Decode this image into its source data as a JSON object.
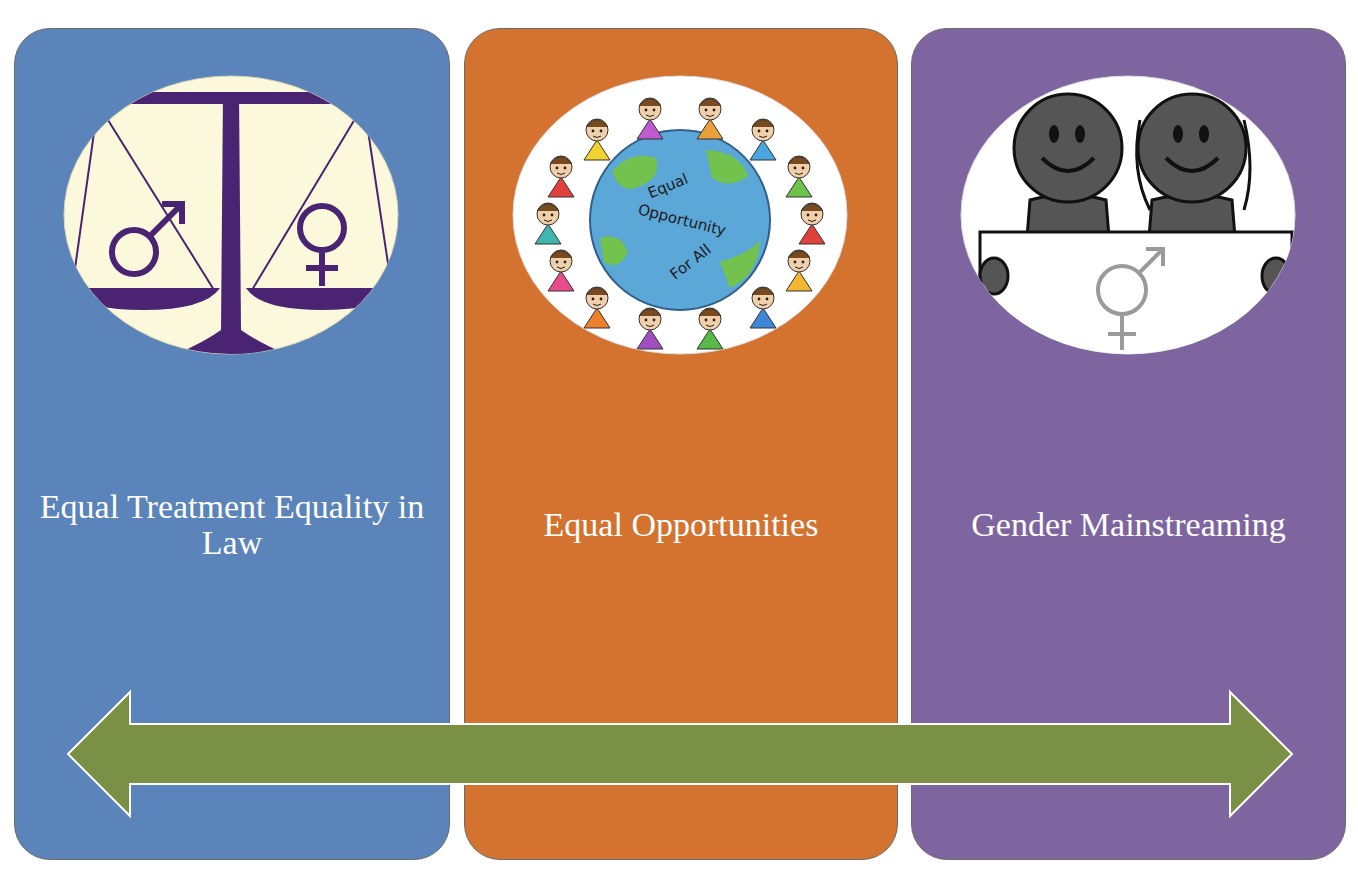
{
  "diagram": {
    "nodes": [
      {
        "text": [
          "Equal Treatment Equality in Law"
        ]
      },
      {
        "text": [
          "Equal Opportunities"
        ]
      },
      {
        "text": [
          "Gender Mainstreaming"
        ]
      }
    ],
    "edges": [
      {
        "from": 0,
        "to": 2,
        "arrow": "both"
      }
    ],
    "labels": [
      "Equal",
      "Opportunity",
      "For All"
    ]
  }
}
